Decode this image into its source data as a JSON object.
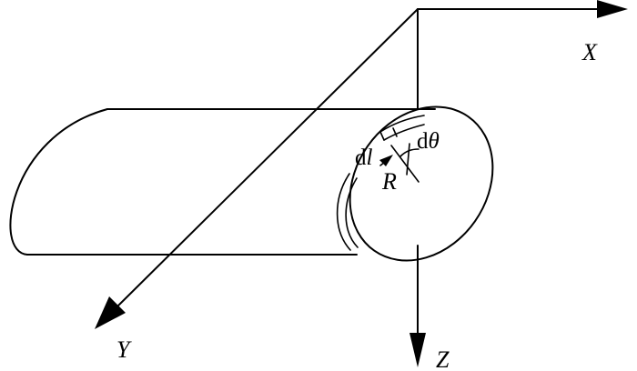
{
  "axes": {
    "x_label": "X",
    "y_label": "Y",
    "z_label": "Z"
  },
  "element": {
    "dl_prefix": "d",
    "dl_var": "l",
    "dtheta_prefix": "d",
    "dtheta_var": "θ",
    "radius_label": "R"
  }
}
